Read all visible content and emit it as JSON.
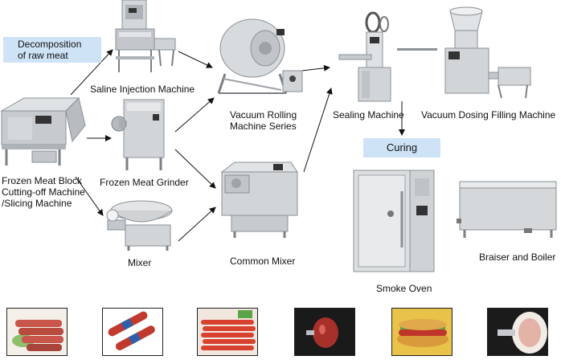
{
  "labels": {
    "decomposition": "Decomposition\nof raw meat",
    "saline": "Saline Injection Machine",
    "grinder": "Frozen Meat Grinder",
    "cutoff": "Frozen Meat Block\nCutting-off Machine\n/Slicing Machine",
    "mixer": "Mixer",
    "vacuum_rolling": "Vacuum Rolling\nMachine Series",
    "common_mixer": "Common Mixer",
    "sealing": "Sealing Machine",
    "dosing": "Vacuum Dosing Filling Machine",
    "curing": "Curing",
    "smoke_oven": "Smoke Oven",
    "braiser": "Braiser and Boiler"
  },
  "colors": {
    "steel": "#c9cdd1",
    "steel_dark": "#8a9096",
    "tag_blue": "#cfe3f7",
    "meat": "#c9564a"
  },
  "products": [
    {
      "name": "sausage-coil-photo"
    },
    {
      "name": "sausage-rolls-photo"
    },
    {
      "name": "hot-dogs-photo"
    },
    {
      "name": "ham-sausage-photo"
    },
    {
      "name": "hot-dog-bun-photo"
    },
    {
      "name": "sliced-sausage-photo"
    }
  ]
}
